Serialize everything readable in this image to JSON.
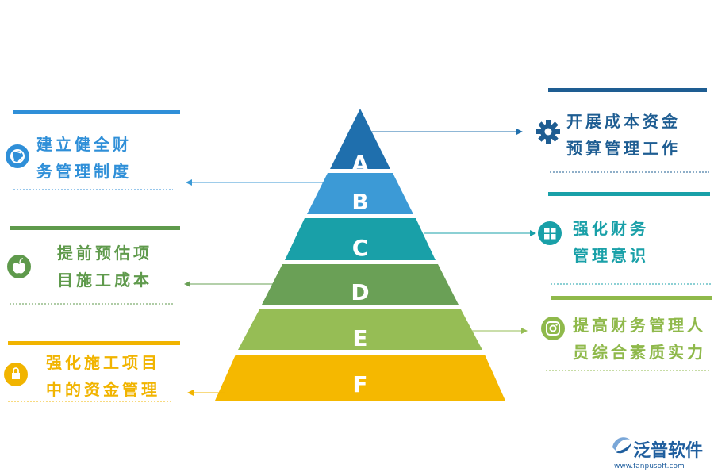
{
  "pyramid": {
    "levels": [
      {
        "letter": "A",
        "color": "#1f6fad"
      },
      {
        "letter": "B",
        "color": "#3c9ad6"
      },
      {
        "letter": "C",
        "color": "#19a0a8"
      },
      {
        "letter": "D",
        "color": "#6aa056"
      },
      {
        "letter": "E",
        "color": "#96bd55"
      },
      {
        "letter": "F",
        "color": "#f5b800"
      }
    ]
  },
  "left_items": [
    {
      "line1": "建立健全财",
      "line2": "务管理制度",
      "color": "#2f8fd8",
      "icon": "aperture-icon"
    },
    {
      "line1": "提前预估项",
      "line2": "目施工成本",
      "color": "#5f9a4c",
      "icon": "apple-icon"
    },
    {
      "line1": "强化施工项目",
      "line2": "中的资金管理",
      "color": "#f1b400",
      "icon": "lock-icon"
    }
  ],
  "right_items": [
    {
      "line1": "开展成本资金",
      "line2": "预算管理工作",
      "color": "#1e5d92",
      "icon": "gear-icon"
    },
    {
      "line1": "强化财务",
      "line2": "管理意识",
      "color": "#19a0a8",
      "icon": "windows-icon"
    },
    {
      "line1": "提高财务管理人",
      "line2": "员综合素质实力",
      "color": "#8fb94b",
      "icon": "instagram-icon"
    }
  ],
  "logo": {
    "brand": "泛普软件",
    "url": "www.fanpusoft.com",
    "color": "#1f5e9e"
  }
}
